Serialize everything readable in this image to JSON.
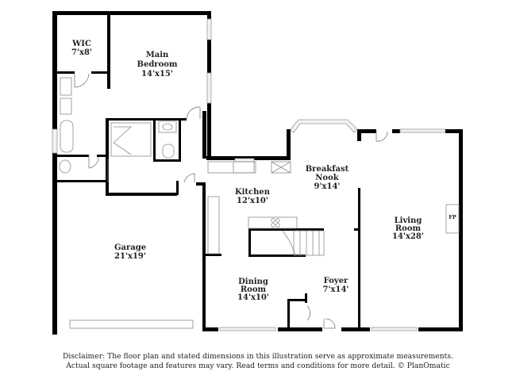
{
  "rooms": [
    {
      "id": "wic",
      "name": "WIC",
      "dimensions": "7'x8'"
    },
    {
      "id": "main-bedroom",
      "name_line1": "Main",
      "name_line2": "Bedroom",
      "dimensions": "14'x15'"
    },
    {
      "id": "breakfast-nook",
      "name_line1": "Breakfast",
      "name_line2": "Nook",
      "dimensions": "9'x14'"
    },
    {
      "id": "kitchen",
      "name": "Kitchen",
      "dimensions": "12'x10'"
    },
    {
      "id": "living-room",
      "name_line1": "Living",
      "name_line2": "Room",
      "dimensions": "14'x28'"
    },
    {
      "id": "garage",
      "name": "Garage",
      "dimensions": "21'x19'"
    },
    {
      "id": "dining-room",
      "name_line1": "Dining",
      "name_line2": "Room",
      "dimensions": "14'x10'"
    },
    {
      "id": "foyer",
      "name": "Foyer",
      "dimensions": "7'x14'"
    }
  ],
  "fixtures": {
    "fireplace_label": "FP"
  },
  "disclaimer": {
    "line1": "Disclaimer: The floor plan and stated dimensions in this illustration serve as approximate measurements.",
    "line2": "Actual square footage and features may vary. Read terms and conditions for more detail. © PlanOmatic"
  }
}
